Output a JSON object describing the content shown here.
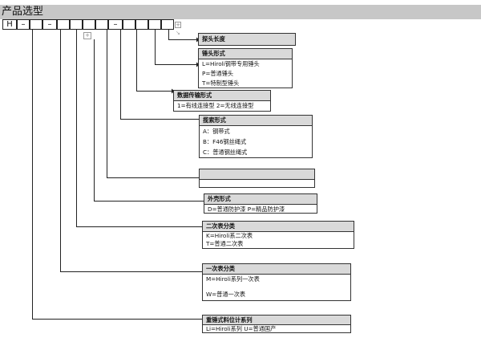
{
  "title": "产品选型",
  "code": {
    "first": "H",
    "dashes": [
      "–",
      "–",
      "–"
    ],
    "plus": "+"
  },
  "boxes": {
    "probe_length": {
      "header": "探头长度"
    },
    "hammer_form": {
      "header": "锤头形式",
      "lines": [
        "L=Hiroli钢带专用锤头",
        "P=普通锤头",
        "T=特制型锤头"
      ]
    },
    "data_transfer": {
      "header": "数据传输形式",
      "lines": [
        "1=有线连接型   2=无线连接型"
      ]
    },
    "cable_form": {
      "header": "揽索形式",
      "lines": [
        "A：钢带式",
        "B：F46钢丝绳式",
        "C：普通钢丝绳式"
      ]
    },
    "blank": {
      "header": ""
    },
    "housing_form": {
      "header": "外壳形式",
      "lines": [
        "D=普通防护漆  P=精品防护漆"
      ]
    },
    "secondary_meter": {
      "header": "二次表分类",
      "lines": [
        "K=Hiroli系二次表",
        "T=普通二次表"
      ]
    },
    "primary_meter": {
      "header": "一次表分类",
      "lines": [
        "M=Hiroli系列一次表",
        "W=普通一次表"
      ]
    },
    "series": {
      "header": "重锤式料位计系列",
      "lines": [
        "Li=Hiroli系列     U=普通国产"
      ]
    }
  }
}
